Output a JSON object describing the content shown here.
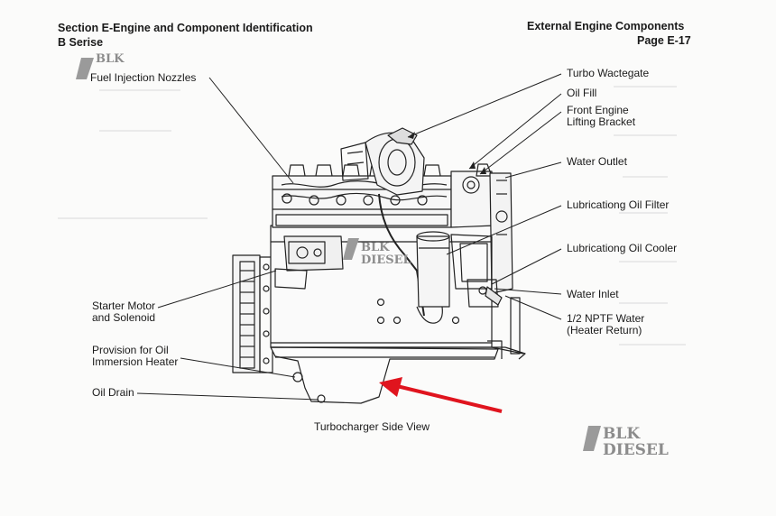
{
  "header": {
    "left_line1": "Section E-Engine and Component Identification",
    "left_line2": "B Serise",
    "right_line1": "External Engine Components",
    "right_line2": "Page E-17"
  },
  "labels_left": {
    "fuel_injection": "Fuel Injection Nozzles",
    "starter_line1": "Starter Motor",
    "starter_line2": "and Solenoid",
    "heater_line1": "Provision for Oil",
    "heater_line2": "Immersion Heater",
    "oil_drain": "Oil Drain"
  },
  "labels_right": {
    "turbo_wastegate": "Turbo Wactegate",
    "oil_fill": "Oil Fill",
    "lifting_line1": "Front Engine",
    "lifting_line2": "Lifting Bracket",
    "water_outlet": "Water Outlet",
    "oil_filter": "Lubricationg Oil Filter",
    "oil_cooler": "Lubricationg Oil Cooler",
    "water_inlet": "Water Inlet",
    "nptf_line1": "1/2 NPTF Water",
    "nptf_line2": "(Heater Return)"
  },
  "caption": "Turbocharger Side View",
  "watermark": {
    "line1": "BLK",
    "line2": "DIESEL",
    "color": "#8c8c8c"
  },
  "arrow_color": "#e0141e",
  "icons": [
    "engine-drawing",
    "red-arrow-icon",
    "blk-logo-icon"
  ]
}
